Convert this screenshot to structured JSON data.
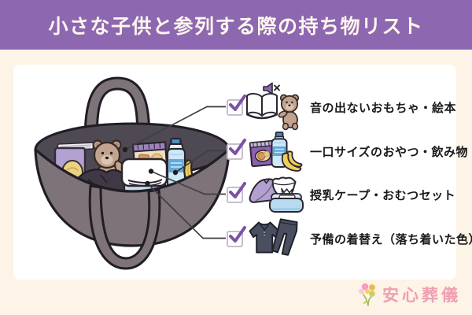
{
  "header": {
    "title": "小さな子供と参列する際の持ち物リスト"
  },
  "checklist": {
    "items": [
      {
        "label": "音の出ないおもちゃ・絵本",
        "checked": true,
        "icons": [
          "muted-sound-icon",
          "picture-book-icon",
          "teddy-bear-icon"
        ]
      },
      {
        "label": "一口サイズのおやつ・飲み物",
        "checked": true,
        "icons": [
          "snack-pack-icon",
          "water-bottle-icon",
          "banana-icon"
        ]
      },
      {
        "label": "授乳ケープ・おむつセット",
        "checked": true,
        "icons": [
          "nursing-cape-icon",
          "diaper-icon",
          "baby-wipes-icon"
        ]
      },
      {
        "label": "予備の着替え（落ち着いた色）",
        "checked": true,
        "icons": [
          "polo-shirt-icon",
          "trousers-icon"
        ]
      }
    ]
  },
  "illustration": {
    "name": "tote-bag-with-items",
    "contents": [
      "picture-book",
      "toy-duck",
      "teddy-bear",
      "dark-clothes",
      "snack-pack",
      "folded-towel",
      "water-bottle",
      "banana"
    ]
  },
  "logo": {
    "brand": "安心葬儀",
    "icon": "flower-bouquet-icon"
  },
  "colors": {
    "header_bg": "#8d68b0",
    "page_bg": "#fdf3e6",
    "card_bg": "#ffffff",
    "checkmark": "#7b51a5",
    "checkbox_border": "#c6bfcf",
    "text": "#191919",
    "logo_pink": "#ef9fb1",
    "bag_body": "#7d7378",
    "connector_line": "#3f3f3f"
  }
}
